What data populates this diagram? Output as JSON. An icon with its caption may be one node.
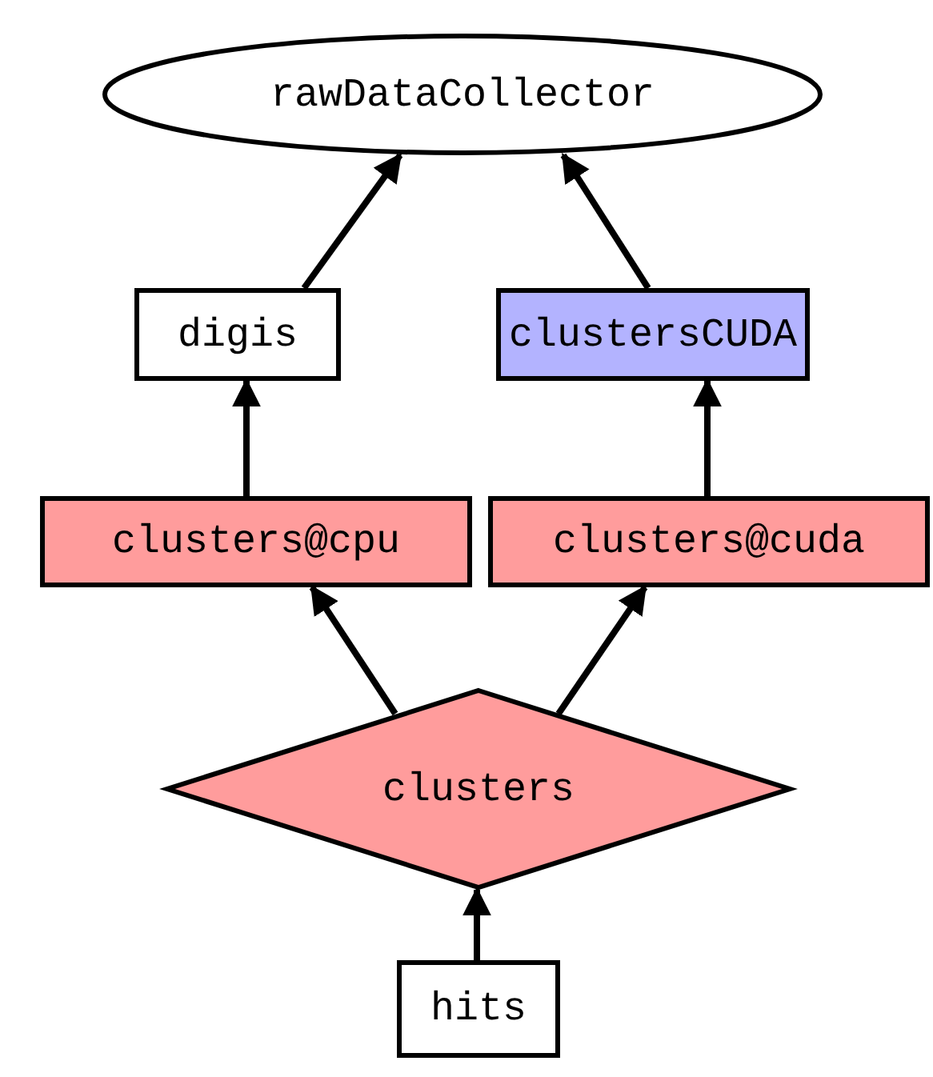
{
  "diagram": {
    "nodes": [
      {
        "text": [
          "rawDataCollector"
        ]
      },
      {
        "text": [
          "digis"
        ]
      },
      {
        "text": [
          "clustersCUDA"
        ]
      },
      {
        "text": [
          "clusters@cpu"
        ]
      },
      {
        "text": [
          "clusters@cuda"
        ]
      },
      {
        "text": [
          "clusters"
        ]
      },
      {
        "text": [
          "hits"
        ]
      }
    ],
    "edges": [
      {
        "from": 6,
        "to": 5,
        "arrow": "to"
      },
      {
        "from": 5,
        "to": 3,
        "arrow": "to"
      },
      {
        "from": 5,
        "to": 4,
        "arrow": "to"
      },
      {
        "from": 3,
        "to": 1,
        "arrow": "to"
      },
      {
        "from": 4,
        "to": 2,
        "arrow": "to"
      },
      {
        "from": 1,
        "to": 0,
        "arrow": "to"
      },
      {
        "from": 2,
        "to": 0,
        "arrow": "to"
      }
    ]
  }
}
